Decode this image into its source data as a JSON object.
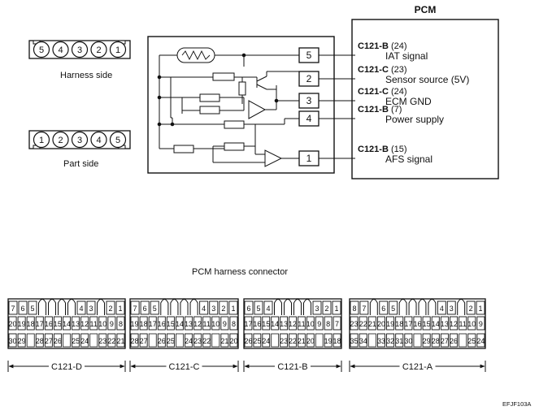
{
  "pcm_title": "PCM",
  "harness_side": {
    "label": "Harness side",
    "pins": [
      "5",
      "4",
      "3",
      "2",
      "1"
    ]
  },
  "part_side": {
    "label": "Part side",
    "pins": [
      "1",
      "2",
      "3",
      "4",
      "5"
    ]
  },
  "signals": [
    {
      "term": "5",
      "ref": "C121-B",
      "pin": "(24)",
      "name": "IAT signal"
    },
    {
      "term": "2",
      "ref": "C121-C",
      "pin": "(23)",
      "name": "Sensor source (5V)"
    },
    {
      "term": "3",
      "ref": "C121-C",
      "pin": "(24)",
      "name": "ECM GND"
    },
    {
      "term": "4",
      "ref": "C121-B",
      "pin": "(7)",
      "name": "Power supply"
    },
    {
      "term": "1",
      "ref": "C121-B",
      "pin": "(15)",
      "name": "AFS signal"
    }
  ],
  "harness_connector_title": "PCM harness connector",
  "connectors": [
    {
      "label": "C121-D",
      "rows": [
        [
          "7",
          "6",
          "5",
          "",
          "",
          "",
          "",
          "4",
          "3",
          "",
          "2",
          "1"
        ],
        [
          "20",
          "19",
          "18",
          "17",
          "16",
          "15",
          "14",
          "13",
          "12",
          "11",
          "10",
          "9",
          "8"
        ],
        [
          "30",
          "29",
          "",
          "28",
          "27",
          "26",
          "",
          "25",
          "24",
          "",
          "23",
          "22",
          "21"
        ]
      ]
    },
    {
      "label": "C121-C",
      "rows": [
        [
          "7",
          "6",
          "5",
          "",
          "",
          "",
          "",
          "4",
          "3",
          "2",
          "1"
        ],
        [
          "19",
          "18",
          "17",
          "16",
          "15",
          "14",
          "13",
          "12",
          "11",
          "10",
          "9",
          "8"
        ],
        [
          "28",
          "27",
          "",
          "26",
          "25",
          "",
          "24",
          "23",
          "22",
          "",
          "21",
          "20"
        ]
      ]
    },
    {
      "label": "C121-B",
      "rows": [
        [
          "6",
          "5",
          "4",
          "",
          "",
          "",
          "",
          "3",
          "2",
          "1"
        ],
        [
          "17",
          "16",
          "15",
          "14",
          "13",
          "12",
          "11",
          "10",
          "9",
          "8",
          "7"
        ],
        [
          "26",
          "25",
          "24",
          "",
          "23",
          "22",
          "21",
          "20",
          "",
          "19",
          "18"
        ]
      ]
    },
    {
      "label": "C121-A",
      "rows": [
        [
          "8",
          "7",
          "",
          "6",
          "5",
          "",
          "",
          "",
          "",
          "4",
          "3",
          "",
          "2",
          "1"
        ],
        [
          "23",
          "22",
          "21",
          "20",
          "19",
          "18",
          "17",
          "16",
          "15",
          "14",
          "13",
          "12",
          "11",
          "10",
          "9"
        ],
        [
          "35",
          "34",
          "",
          "33",
          "32",
          "31",
          "30",
          "",
          "29",
          "28",
          "27",
          "26",
          "",
          "25",
          "24"
        ]
      ]
    }
  ],
  "figure_code": "EFJF103A"
}
